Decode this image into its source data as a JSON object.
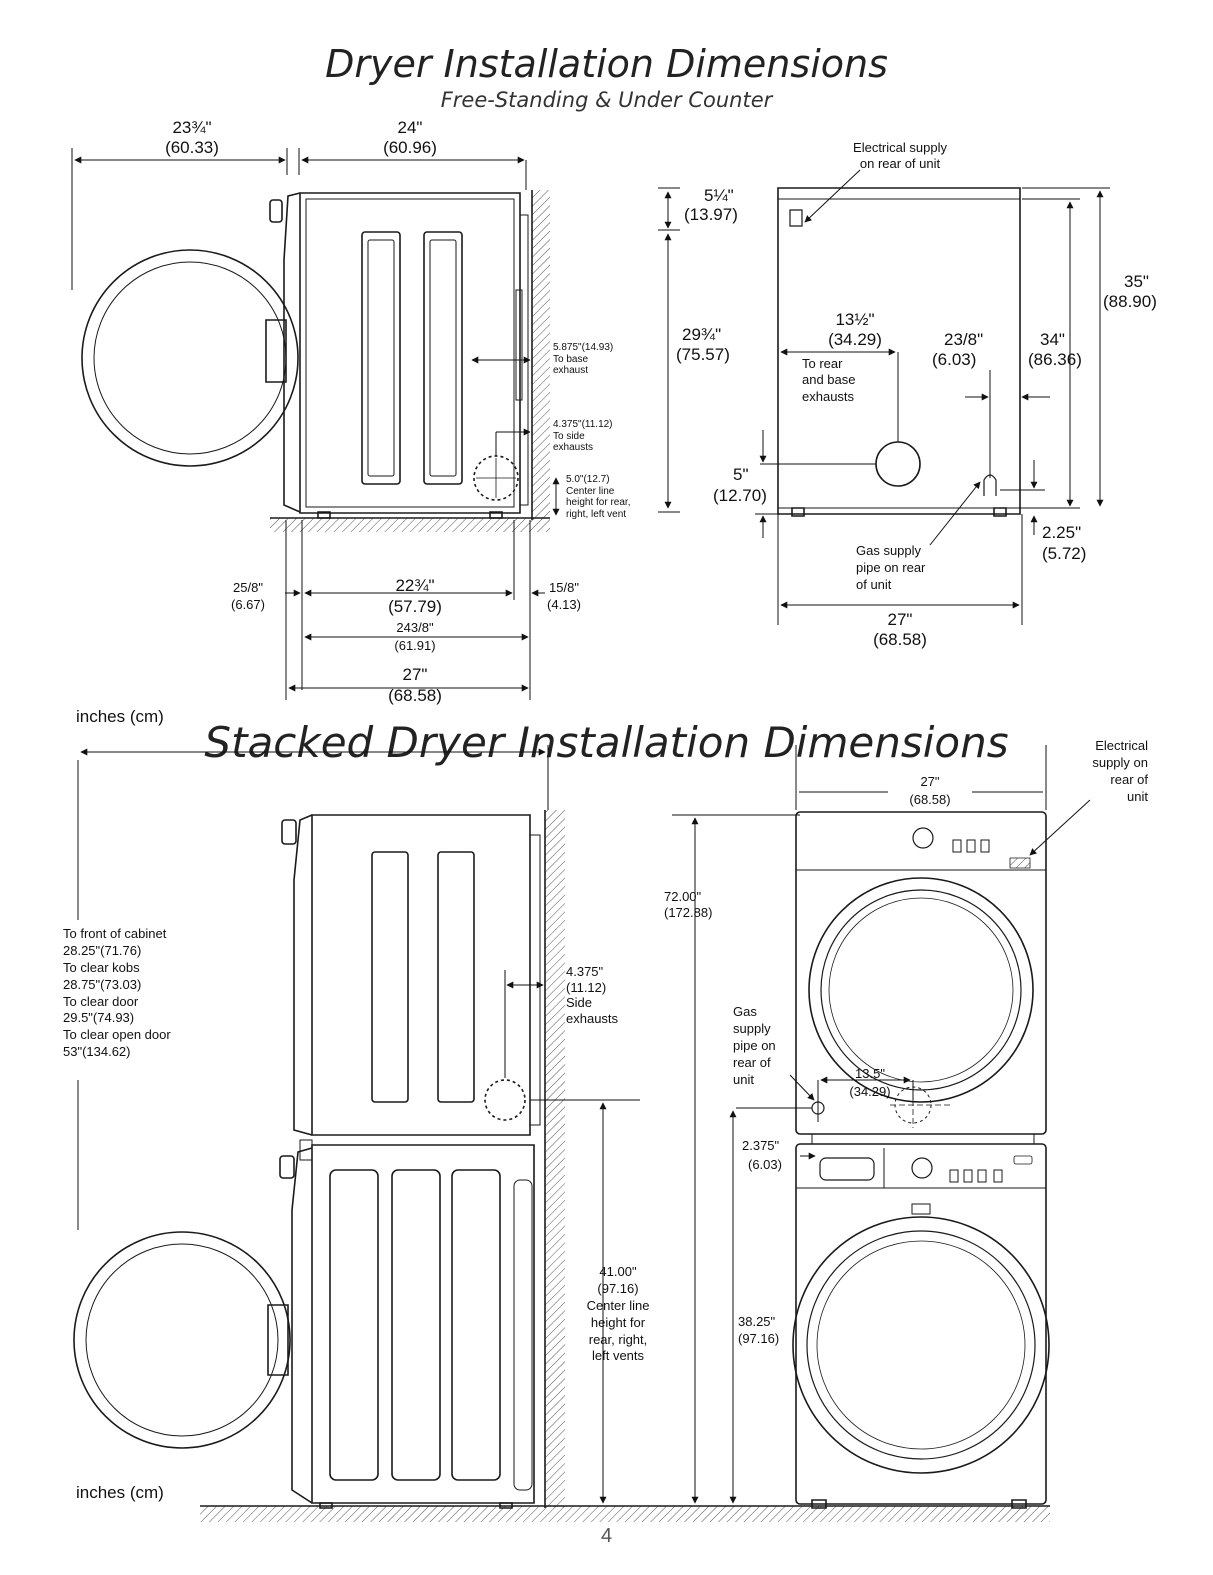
{
  "titles": {
    "main": "Dryer Installation Dimensions",
    "sub": "Free-Standing & Under Counter",
    "stacked": "Stacked Dryer Installation Dimensions"
  },
  "units_label_top": "inches (cm)",
  "units_label_bottom": "inches (cm)",
  "page_number": "4",
  "free_standing_side": {
    "door_depth": {
      "in": "23¾\"",
      "cm": "(60.33)"
    },
    "cabinet_depth": {
      "in": "24\"",
      "cm": "(60.96)"
    },
    "base_exhaust": "5.875\"(14.93)\nTo base\nexhaust",
    "side_exhausts": "4.375\"(11.12)\nTo side\nexhausts",
    "centerline": "5.0\"(12.7)\nCenter line\nheight for rear,\nright, left vent",
    "front_offset": {
      "in": "25/8\"",
      "cm": "(6.67)"
    },
    "body_depth": {
      "in": "22¾\"",
      "cm": "(57.79)"
    },
    "rear_offset": {
      "in": "15/8\"",
      "cm": "(4.13)"
    },
    "depth_243_8": {
      "in": "243/8\"",
      "cm": "(61.91)"
    },
    "overall_depth": {
      "in": "27\"",
      "cm": "(68.58)"
    }
  },
  "free_standing_rear": {
    "top_clear": {
      "in": "5¼\"",
      "cm": "(13.97)"
    },
    "cabinet_height": {
      "in": "29¾\"",
      "cm": "(75.57)"
    },
    "exhaust_height": {
      "in": "5\"",
      "cm": "(12.70)"
    },
    "electrical": "Electrical supply\non rear of unit",
    "to_rear_exhausts": {
      "in": "13½\"",
      "cm": "(34.29)",
      "note": "To rear\nand base\nexhausts"
    },
    "gas_offset": {
      "in": "23/8\"",
      "cm": "(6.03)"
    },
    "height_34": {
      "in": "34\"",
      "cm": "(86.36)"
    },
    "height_35": {
      "in": "35\"",
      "cm": "(88.90)"
    },
    "gas_supply": "Gas supply\npipe on rear\nof unit",
    "leg_height": {
      "in": "2.25\"",
      "cm": "(5.72)"
    },
    "width": {
      "in": "27\"",
      "cm": "(68.58)"
    }
  },
  "stacked_side": {
    "front_clearances": "To front of cabinet\n28.25\"(71.76)\nTo clear kobs\n28.75\"(73.03)\nTo clear door\n29.5\"(74.93)\nTo clear open door\n53\"(134.62)",
    "side_exhausts": "4.375\"\n(11.12)\nSide\nexhausts",
    "overall_height": "72.00\"\n(172.88)",
    "centerline": "41.00\"\n(97.16)\nCenter line\nheight for\nrear, right,\nleft vents"
  },
  "stacked_front": {
    "width": {
      "in": "27\"",
      "cm": "(68.58)"
    },
    "electrical": "Electrical\nsupply on\nrear of\nunit",
    "gas_supply": "Gas\nsupply\npipe on\nrear of\nunit",
    "rear_exhaust_offset": {
      "in": "13.5\"",
      "cm": "(34.29)"
    },
    "gas_offset": {
      "in": "2.375\"",
      "cm": "(6.03)"
    },
    "gas_height": "38.25\"\n(97.16)"
  },
  "colors": {
    "line": "#1a1a1a",
    "panel": "#ffffff",
    "hatch": "#555555"
  }
}
